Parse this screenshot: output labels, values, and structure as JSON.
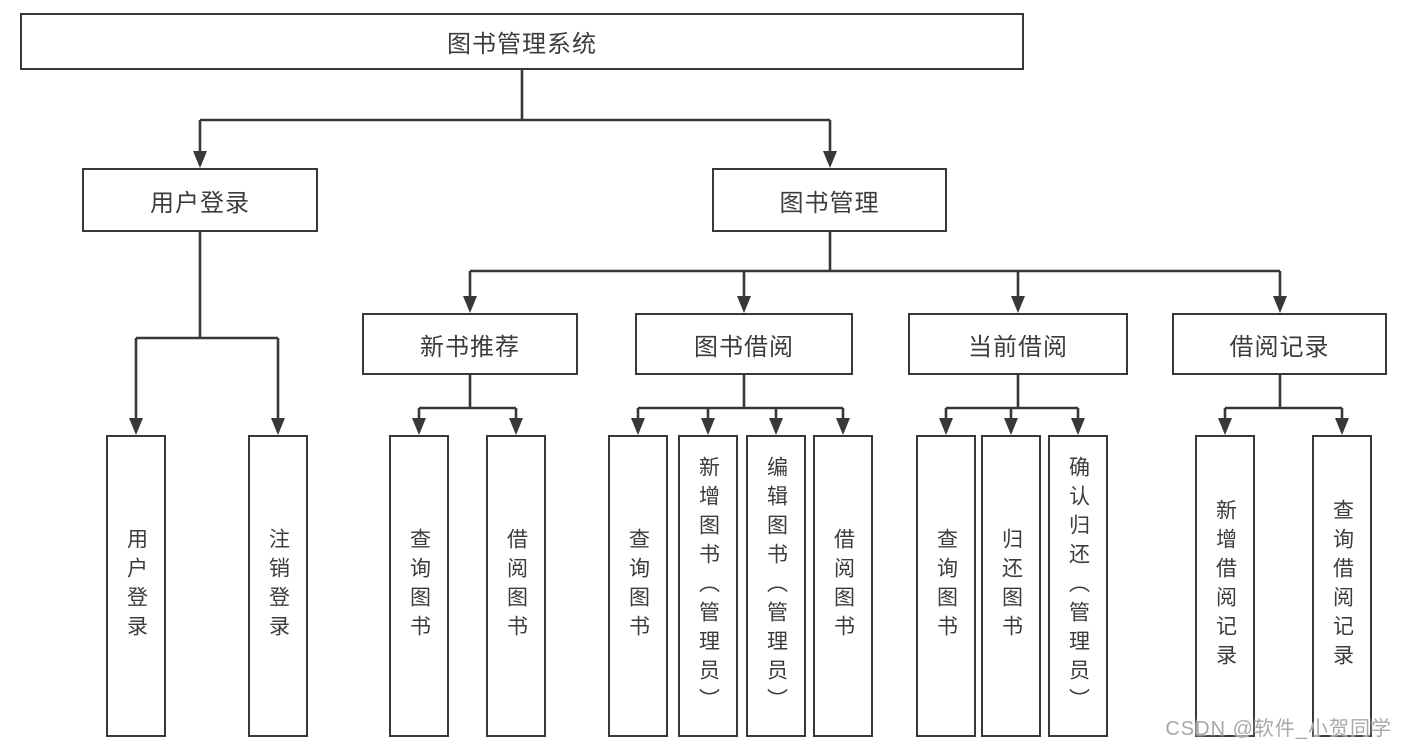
{
  "tree": {
    "root": "图书管理系统",
    "branches": [
      {
        "label": "用户登录",
        "leaves": [
          "用户登录",
          "注销登录"
        ]
      },
      {
        "label": "图书管理",
        "groups": [
          {
            "label": "新书推荐",
            "leaves": [
              "查询图书",
              "借阅图书"
            ]
          },
          {
            "label": "图书借阅",
            "leaves": [
              "查询图书",
              "新增图书（管理员）",
              "编辑图书（管理员）",
              "借阅图书"
            ]
          },
          {
            "label": "当前借阅",
            "leaves": [
              "查询图书",
              "归还图书",
              "确认归还（管理员）"
            ]
          },
          {
            "label": "借阅记录",
            "leaves": [
              "新增借阅记录",
              "查询借阅记录"
            ]
          }
        ]
      }
    ]
  },
  "watermark": "CSDN @软件_小贺同学",
  "colors": {
    "line": "#383838",
    "text": "#3c3c3c",
    "watermark": "#a8a8a8",
    "background": "#ffffff"
  }
}
